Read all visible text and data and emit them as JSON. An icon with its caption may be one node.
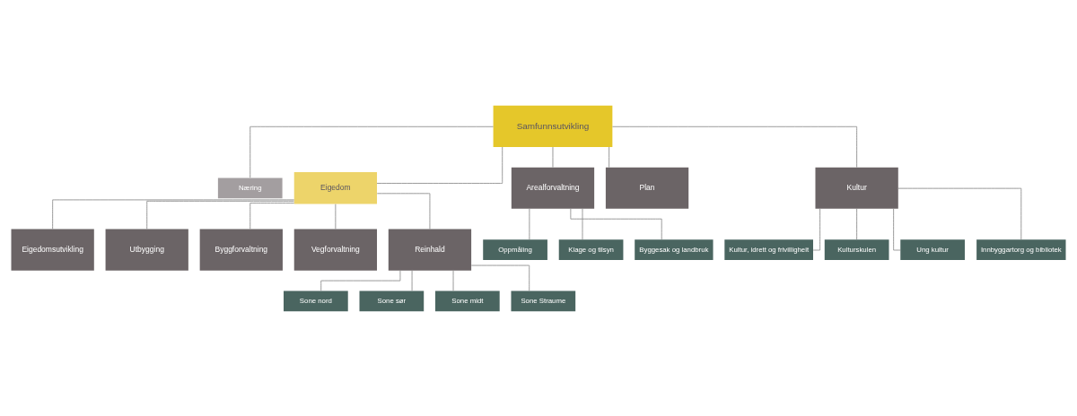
{
  "diagram": {
    "nodes": [
      {
        "text": [
          "Samfunnsutvikling"
        ]
      },
      {
        "text": [
          "Næring"
        ]
      },
      {
        "text": [
          "Eigedom"
        ]
      },
      {
        "text": [
          "Arealforvaltning"
        ]
      },
      {
        "text": [
          "Plan"
        ]
      },
      {
        "text": [
          "Kultur"
        ]
      },
      {
        "text": [
          "Eigedomsutvikling"
        ]
      },
      {
        "text": [
          "Utbygging"
        ]
      },
      {
        "text": [
          "Byggforvaltning"
        ]
      },
      {
        "text": [
          "Vegforvaltning"
        ]
      },
      {
        "text": [
          "Reinhald"
        ]
      },
      {
        "text": [
          "Oppmåling"
        ]
      },
      {
        "text": [
          "Klage og tilsyn"
        ]
      },
      {
        "text": [
          "Byggesak og landbruk"
        ]
      },
      {
        "text": [
          "Kultur, idrett og frivilligheit"
        ]
      },
      {
        "text": [
          "Kulturskulen"
        ]
      },
      {
        "text": [
          "Ung kultur"
        ]
      },
      {
        "text": [
          "Innbyggartorg og bibliotek"
        ]
      },
      {
        "text": [
          "Sone nord"
        ]
      },
      {
        "text": [
          "Sone sør"
        ]
      },
      {
        "text": [
          "Sone midt"
        ]
      },
      {
        "text": [
          "Sone Straume"
        ]
      }
    ],
    "edges": [
      {
        "from": 0,
        "to": 1,
        "arrow": "none"
      },
      {
        "from": 0,
        "to": 2,
        "arrow": "none"
      },
      {
        "from": 0,
        "to": 3,
        "arrow": "none"
      },
      {
        "from": 0,
        "to": 4,
        "arrow": "none"
      },
      {
        "from": 0,
        "to": 5,
        "arrow": "none"
      },
      {
        "from": 2,
        "to": 6,
        "arrow": "none"
      },
      {
        "from": 2,
        "to": 7,
        "arrow": "none"
      },
      {
        "from": 2,
        "to": 8,
        "arrow": "none"
      },
      {
        "from": 2,
        "to": 9,
        "arrow": "none"
      },
      {
        "from": 2,
        "to": 10,
        "arrow": "none"
      },
      {
        "from": 3,
        "to": 11,
        "arrow": "none"
      },
      {
        "from": 3,
        "to": 12,
        "arrow": "none"
      },
      {
        "from": 3,
        "to": 13,
        "arrow": "none"
      },
      {
        "from": 5,
        "to": 14,
        "arrow": "none"
      },
      {
        "from": 5,
        "to": 15,
        "arrow": "none"
      },
      {
        "from": 5,
        "to": 16,
        "arrow": "none"
      },
      {
        "from": 5,
        "to": 17,
        "arrow": "none"
      },
      {
        "from": 10,
        "to": 18,
        "arrow": "none"
      },
      {
        "from": 10,
        "to": 19,
        "arrow": "none"
      },
      {
        "from": 10,
        "to": 20,
        "arrow": "none"
      },
      {
        "from": 10,
        "to": 21,
        "arrow": "none"
      }
    ]
  }
}
